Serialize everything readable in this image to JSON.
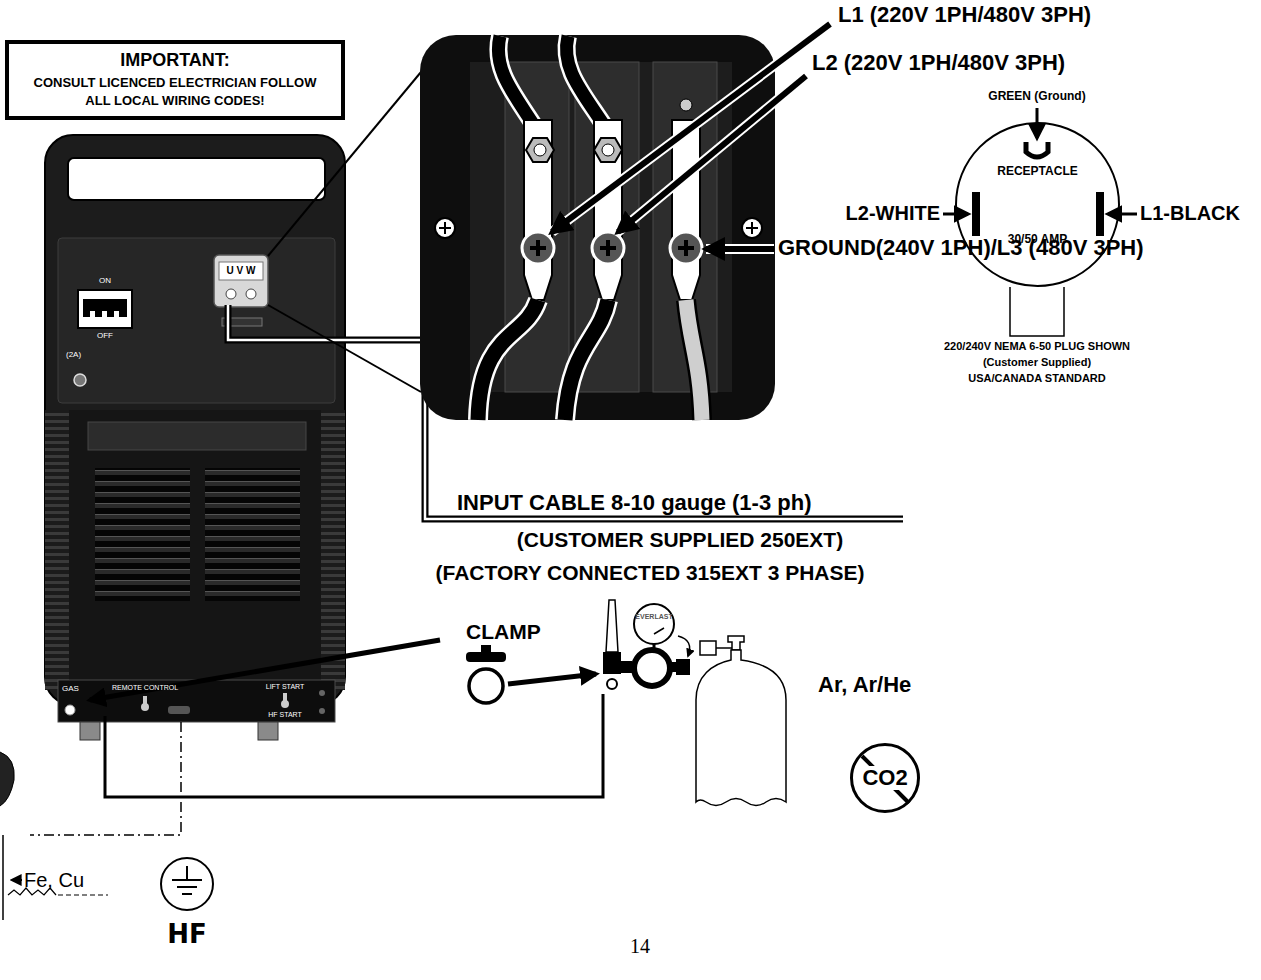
{
  "diagram": {
    "nodes": [
      {
        "text": [
          "IMPORTANT:",
          "CONSULT LICENCED ELECTRICIAN FOLLOW ALL LOCAL WIRING CODES!"
        ]
      },
      {
        "text": [
          "RECEPTACLE",
          "30/50 AMP"
        ]
      },
      {
        "text": [
          "CO2"
        ]
      }
    ],
    "labels": [
      "L1 (220V 1PH/480V 3PH)",
      "L2 (220V 1PH/480V 3PH)",
      "GROUND(240V 1PH)/L3 (480V 3PH)",
      "ON",
      "OFF",
      "(2A)",
      "U V W",
      "GAS",
      "REMOTE CONTROL",
      "LIFT START",
      "HF START",
      "INPUT CABLE 8-10 gauge (1-3 ph)",
      "(CUSTOMER SUPPLIED 250EXT)",
      "(FACTORY CONNECTED 315EXT 3 PHASE)",
      "CLAMP",
      "EVERLAST",
      "Ar, Ar/He",
      "GREEN (Ground)",
      "L2-WHITE",
      "L1-BLACK",
      "220/240V NEMA 6-50 PLUG SHOWN",
      "(Customer Supplied)",
      "USA/CANADA STANDARD",
      "Fe, Cu",
      "HF",
      "14"
    ]
  }
}
